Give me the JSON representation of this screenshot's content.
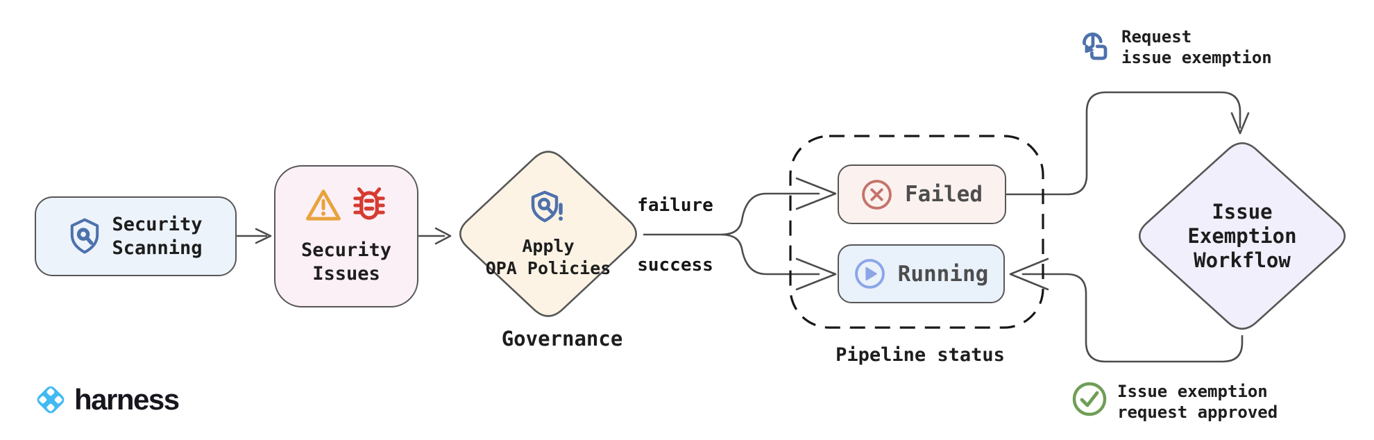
{
  "diagram": {
    "type": "flowchart",
    "nodes": {
      "security_scanning": {
        "label": "Security\nScanning",
        "icon": "shield-search-icon"
      },
      "security_issues": {
        "label": "Security\nIssues",
        "icons": [
          "warning-triangle-icon",
          "bug-icon"
        ]
      },
      "apply_opa_policies": {
        "label": "Apply\nOPA Policies",
        "icon": "shield-alert-icon",
        "caption": "Governance"
      },
      "failed": {
        "label": "Failed",
        "icon": "circle-x-icon"
      },
      "running": {
        "label": "Running",
        "icon": "circle-play-icon"
      },
      "issue_exemption_workflow": {
        "label": "Issue\nExemption\nWorkflow"
      }
    },
    "groups": {
      "pipeline_status": {
        "caption": "Pipeline status"
      }
    },
    "edge_labels": {
      "failure": "failure",
      "success": "success"
    },
    "annotations": {
      "request_exemption": {
        "text": "Request\nissue exemption",
        "icon": "tap-gesture-icon"
      },
      "approved": {
        "text": "Issue exemption\nrequest approved",
        "icon": "circle-check-icon"
      }
    }
  },
  "branding": {
    "wordmark": "harness",
    "icon": "harness-logo-icon"
  },
  "colors": {
    "scanning_fill": "#ecf3fb",
    "issues_fill": "#fcf0f7",
    "opa_fill": "#fcf3e5",
    "failed_fill": "#fbf2ef",
    "running_fill": "#e9f1fb",
    "exemption_fill": "#f1effb",
    "edge_stroke": "#4c4c4c",
    "icon_blue": "#4d71ac",
    "icon_red": "#d63b2f",
    "icon_orange": "#e8a33d",
    "icon_rose": "#c4736b",
    "icon_periwinkle": "#8ba5e8",
    "icon_green": "#6f9e56",
    "harness_blue": "#41b9f4"
  }
}
